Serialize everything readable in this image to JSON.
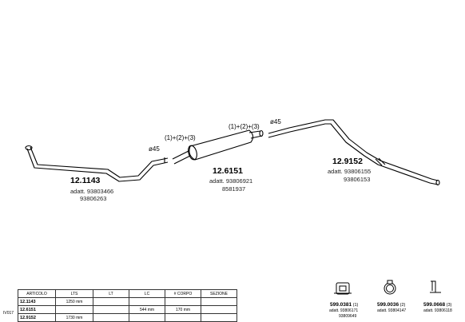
{
  "parts": [
    {
      "code": "12.1143",
      "adaptations": [
        "adatt. 93803466",
        "93806263"
      ]
    },
    {
      "code": "12.6151",
      "adaptations": [
        "adatt. 93806921",
        "8581937"
      ]
    },
    {
      "code": "12.9152",
      "adaptations": [
        "adatt. 93806155",
        "93806153"
      ]
    }
  ],
  "annotations": {
    "d45_a": "ø45",
    "d45_b": "ø45",
    "seq_a": "(1)+(2)+(3)",
    "seq_b": "(1)+(2)+(3)"
  },
  "table": {
    "headers": [
      "ARTICOLO",
      "LTS",
      "LT",
      "LC",
      "# CORPO",
      "SEZIONE"
    ],
    "rows": [
      [
        "12.1143",
        "1250 mm",
        "",
        "",
        "",
        ""
      ],
      [
        "12.6151",
        "",
        "",
        "544 mm",
        "170 mm",
        ""
      ],
      [
        "12.9152",
        "1730 mm",
        "",
        "",
        "",
        ""
      ]
    ]
  },
  "model_code": "IV017",
  "accessories": [
    {
      "code": "599.0381",
      "index": "(1)",
      "refs": [
        "adatt. 93806171",
        "93809649"
      ],
      "icon": "clamp-bracket-icon"
    },
    {
      "code": "599.0036",
      "index": "(2)",
      "refs": [
        "adatt. 93804147"
      ],
      "icon": "hose-clamp-icon"
    },
    {
      "code": "599.0668",
      "index": "(3)",
      "refs": [
        "adatt. 93806118"
      ],
      "icon": "hanger-bracket-icon"
    }
  ]
}
